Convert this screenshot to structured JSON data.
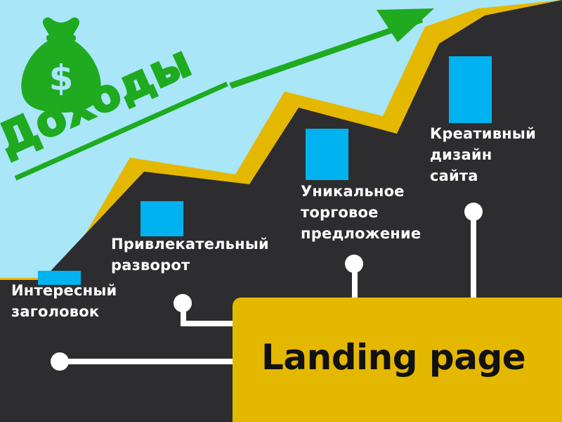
{
  "title": "Доходы",
  "center_label": "Landing page",
  "steps": [
    {
      "lines": [
        "Интересный",
        "заголовок"
      ]
    },
    {
      "lines": [
        "Привлекательный",
        "разворот"
      ]
    },
    {
      "lines": [
        "Уникальное",
        "торговое",
        "предложение"
      ]
    },
    {
      "lines": [
        "Креативный",
        "дизайн",
        "сайта"
      ]
    }
  ],
  "icons": {
    "money_bag": "money-bag-icon",
    "dollar_symbol": "$",
    "arrow": "up-right-arrow-icon"
  },
  "colors": {
    "sky": "#a8e6f8",
    "stairs": "#2d2d2f",
    "stairs_edge": "#e5b800",
    "arrow": "#1faa1f",
    "box": "#e5b800",
    "marker": "#00b2ef",
    "text": "#ffffff"
  }
}
